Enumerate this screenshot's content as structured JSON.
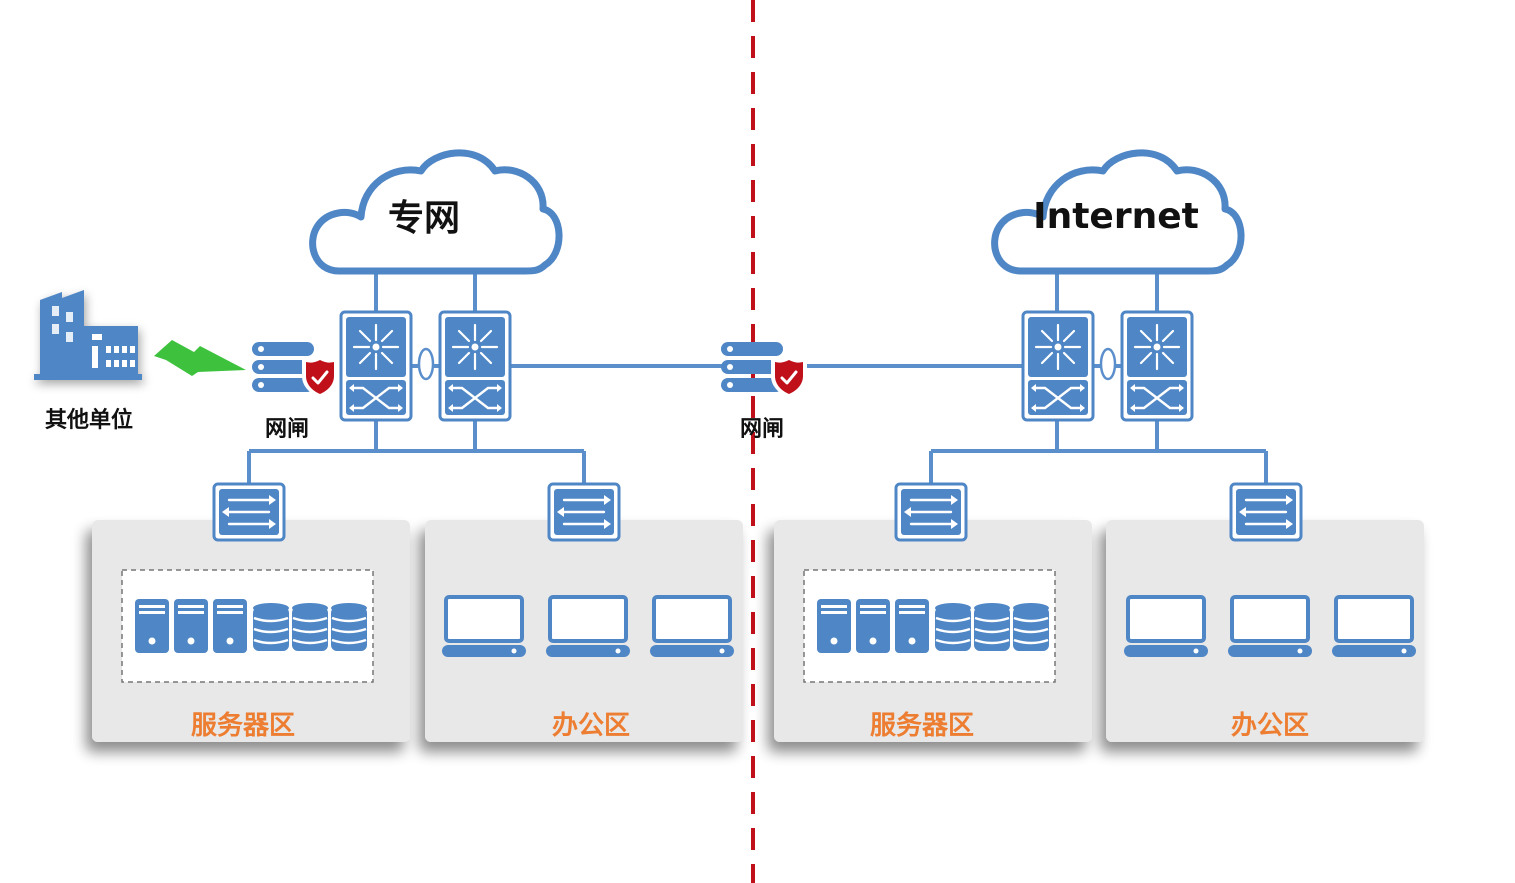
{
  "colors": {
    "device": "#4f86c6",
    "device_dark": "#3a6fae",
    "line": "#5b8fcb",
    "zone_bg": "#e8e8e8",
    "zone_label": "#ed7d31",
    "divider": "#c0101a",
    "shield": "#c0101a",
    "bolt": "#3ec23e"
  },
  "left": {
    "cloud_label": "专网",
    "external_unit_label": "其他单位",
    "gatekeeper_label": "网闸",
    "zones": [
      {
        "label": "服务器区",
        "icon": "server-rack-icon"
      },
      {
        "label": "办公区",
        "icon": "laptop-icon"
      }
    ]
  },
  "middle": {
    "gatekeeper_label": "网闸"
  },
  "right": {
    "cloud_label": "Internet",
    "zones": [
      {
        "label": "服务器区",
        "icon": "server-rack-icon"
      },
      {
        "label": "办公区",
        "icon": "laptop-icon"
      }
    ]
  }
}
